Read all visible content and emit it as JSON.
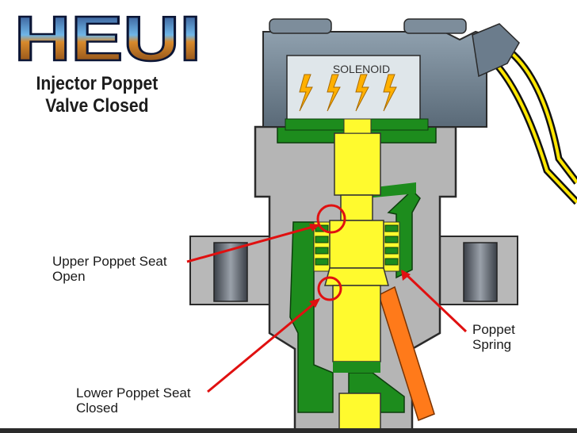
{
  "title": "HEUI",
  "subtitle": "Injector Poppet Valve Closed",
  "solenoid_label": "SOLENOID",
  "callouts": {
    "upper_seat": "Upper Poppet Seat Open",
    "lower_seat": "Lower Poppet Seat Closed",
    "spring": "Poppet Spring"
  },
  "colors": {
    "body_gray": "#b5b5b5",
    "poppet_yellow": "#fffa2e",
    "oil_green": "#1d8c1d",
    "pointer_red": "#e01010",
    "drain_orange": "#ff7a1a",
    "solenoid_blue_gray": "#6b7c8c",
    "wire_yellow": "#ffe600"
  }
}
